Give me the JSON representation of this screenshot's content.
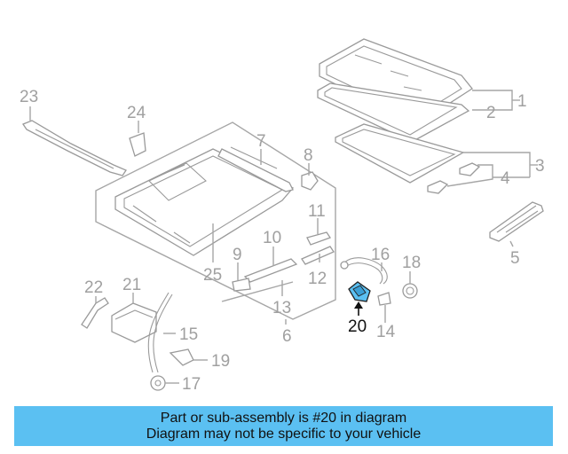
{
  "diagram": {
    "highlight_color": "#5bc0f2",
    "highlighted_part": "20",
    "callouts": {
      "c1": "1",
      "c2": "2",
      "c3": "3",
      "c4": "4",
      "c5": "5",
      "c6": "6",
      "c7": "7",
      "c8": "8",
      "c9": "9",
      "c10": "10",
      "c11": "11",
      "c12": "12",
      "c13": "13",
      "c14": "14",
      "c15": "15",
      "c16": "16",
      "c17": "17",
      "c18": "18",
      "c19": "19",
      "c20": "20",
      "c21": "21",
      "c22": "22",
      "c23": "23",
      "c24": "24",
      "c25": "25"
    }
  },
  "banner": {
    "line1": "Part or sub-assembly is #20 in diagram",
    "line2": "Diagram may not be specific to your vehicle",
    "background": "#5bc0f2"
  }
}
